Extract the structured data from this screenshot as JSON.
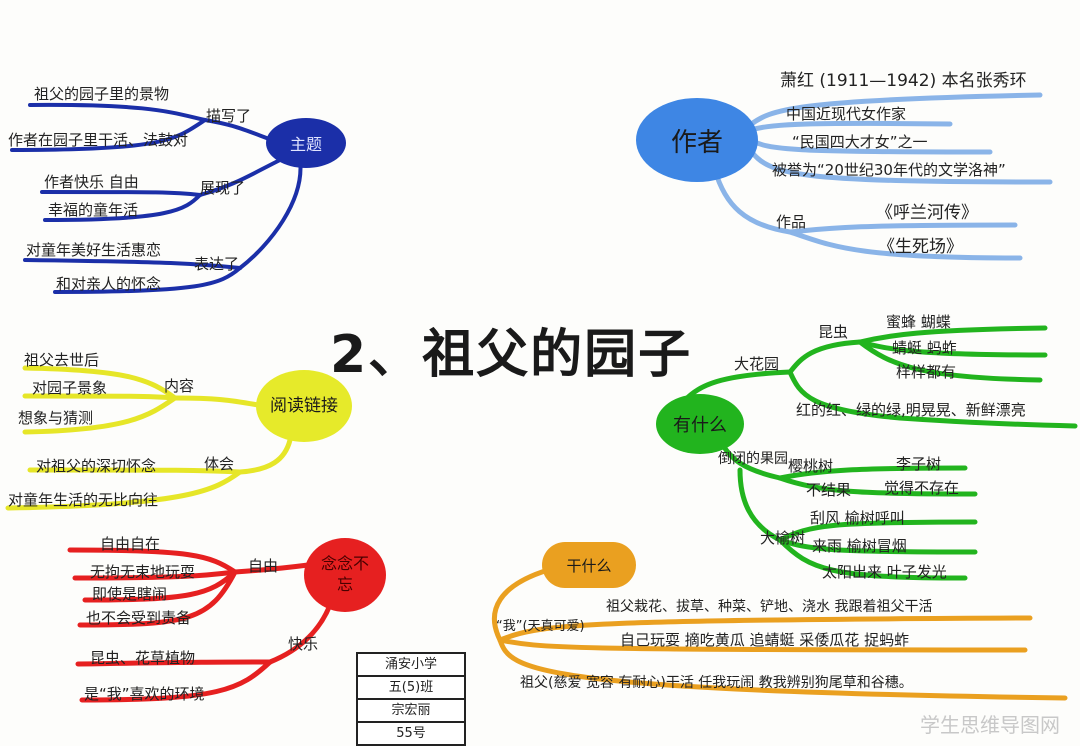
{
  "title": "2、祖父的园子",
  "colors": {
    "theme": "#1b2fa8",
    "author": "#8ab4e8",
    "reading": "#e6e628",
    "whatis": "#22b41e",
    "remember": "#e62020",
    "doing": "#eaa020"
  },
  "theme": {
    "hub": "主题",
    "g1": "描写了",
    "l1": "祖父的园子里的景物",
    "l2": "作者在园子里干活、法鼓对",
    "g2": "展现了",
    "l3": "作者快乐 自由",
    "l4": "幸福的童年活",
    "g3": "表达了",
    "l5": "对童年美好生活惠恋",
    "l6": "和对亲人的怀念"
  },
  "author": {
    "hub": "作者",
    "l1": "萧红 (1911—1942) 本名张秀环",
    "l2": "中国近现代女作家",
    "l3": "“民国四大才女”之一",
    "l4": "被誉为“20世纪30年代的文学洛神”",
    "works": "作品",
    "w1": "《呼兰河传》",
    "w2": "《生死场》"
  },
  "reading": {
    "hub": "阅读链接",
    "g1": "内容",
    "l1": "祖父去世后",
    "l2": "对园子景象",
    "l3": "想象与猜测",
    "g2": "体会",
    "l4": "对祖父的深切怀念",
    "l5": "对童年生活的无比向往"
  },
  "whatis": {
    "hub": "有什么",
    "garden": "大花园",
    "insects": "昆虫",
    "i1": "蜜蜂 蝴蝶",
    "i2": "蜻蜓 蚂蚱",
    "i3": "样样都有",
    "color_line": "红的红、绿的绿,明晃晃、新鲜漂亮",
    "orchard": "倒闭的果园",
    "cherry": "樱桃树",
    "plum": "李子树",
    "nofruit": "不结果",
    "feel": "觉得不存在",
    "elm": "大榆树",
    "e1": "刮风 榆树呼叫",
    "e2": "来雨 榆树冒烟",
    "e3": "太阳出来 叶子发光"
  },
  "remember": {
    "hub": "念念不忘",
    "free": "自由",
    "f1": "自由自在",
    "f2": "无拘无束地玩耍",
    "f3": "即使是瞎闹",
    "f4": "也不会受到责备",
    "joy": "快乐",
    "j1": "昆虫、花草植物",
    "j2": "是“我”喜欢的环境"
  },
  "doing": {
    "hub": "干什么",
    "me": "“我”(天真可爱)",
    "m1": "祖父栽花、拔草、种菜、铲地、浇水 我跟着祖父干活",
    "m2": "自己玩耍 摘吃黄瓜 追蜻蜓 采倭瓜花 捉蚂蚱",
    "grandpa": "祖父(慈爱 宽容 有耐心)干活 任我玩闹 教我辨别狗尾草和谷穗。"
  },
  "signature": {
    "school": "涌安小学",
    "class": "五(5)班",
    "name": "宗宏丽",
    "number": "55号"
  },
  "watermark": "学生思维导图网"
}
